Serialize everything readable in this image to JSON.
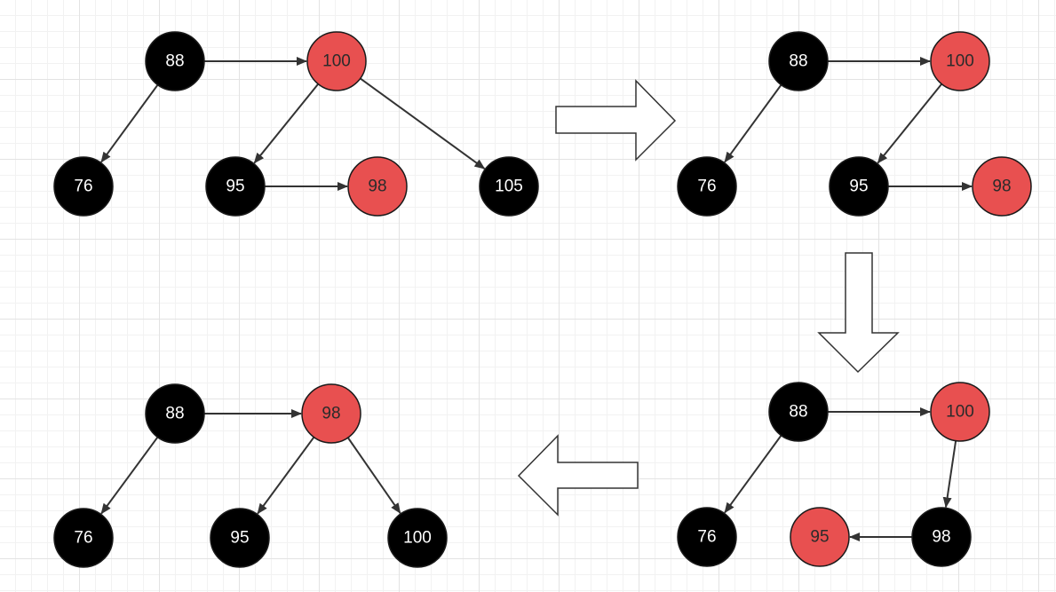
{
  "colors": {
    "black_node": "#000000",
    "red_node": "#e85050",
    "edge": "#333333",
    "black_text": "#ffffff",
    "red_text": "#2b2b2b",
    "big_arrow_stroke": "#333333",
    "big_arrow_fill": "#ffffff"
  },
  "diagrams": [
    {
      "id": "step1",
      "nodes": [
        {
          "id": "n88",
          "label": "88",
          "color": "black"
        },
        {
          "id": "n100",
          "label": "100",
          "color": "red"
        },
        {
          "id": "n76",
          "label": "76",
          "color": "black"
        },
        {
          "id": "n95",
          "label": "95",
          "color": "black"
        },
        {
          "id": "n98",
          "label": "98",
          "color": "red"
        },
        {
          "id": "n105",
          "label": "105",
          "color": "black"
        }
      ],
      "edges": [
        {
          "from": "n88",
          "to": "n100"
        },
        {
          "from": "n88",
          "to": "n76"
        },
        {
          "from": "n100",
          "to": "n95"
        },
        {
          "from": "n100",
          "to": "n105"
        },
        {
          "from": "n95",
          "to": "n98"
        }
      ]
    },
    {
      "id": "step2",
      "nodes": [
        {
          "id": "n88",
          "label": "88",
          "color": "black"
        },
        {
          "id": "n100",
          "label": "100",
          "color": "red"
        },
        {
          "id": "n76",
          "label": "76",
          "color": "black"
        },
        {
          "id": "n95",
          "label": "95",
          "color": "black"
        },
        {
          "id": "n98",
          "label": "98",
          "color": "red"
        }
      ],
      "edges": [
        {
          "from": "n88",
          "to": "n100"
        },
        {
          "from": "n88",
          "to": "n76"
        },
        {
          "from": "n100",
          "to": "n95"
        },
        {
          "from": "n95",
          "to": "n98"
        }
      ]
    },
    {
      "id": "step3",
      "nodes": [
        {
          "id": "n88",
          "label": "88",
          "color": "black"
        },
        {
          "id": "n100",
          "label": "100",
          "color": "red"
        },
        {
          "id": "n76",
          "label": "76",
          "color": "black"
        },
        {
          "id": "n98",
          "label": "98",
          "color": "black"
        },
        {
          "id": "n95",
          "label": "95",
          "color": "red"
        }
      ],
      "edges": [
        {
          "from": "n88",
          "to": "n100"
        },
        {
          "from": "n88",
          "to": "n76"
        },
        {
          "from": "n100",
          "to": "n98"
        },
        {
          "from": "n98",
          "to": "n95"
        }
      ]
    },
    {
      "id": "step4",
      "nodes": [
        {
          "id": "n88",
          "label": "88",
          "color": "black"
        },
        {
          "id": "n98",
          "label": "98",
          "color": "red"
        },
        {
          "id": "n76",
          "label": "76",
          "color": "black"
        },
        {
          "id": "n95",
          "label": "95",
          "color": "black"
        },
        {
          "id": "n100",
          "label": "100",
          "color": "black"
        }
      ],
      "edges": [
        {
          "from": "n88",
          "to": "n98"
        },
        {
          "from": "n88",
          "to": "n76"
        },
        {
          "from": "n98",
          "to": "n95"
        },
        {
          "from": "n98",
          "to": "n100"
        }
      ]
    }
  ],
  "transitions": [
    {
      "id": "step1-to-step2",
      "direction": "right"
    },
    {
      "id": "step2-to-step3",
      "direction": "down"
    },
    {
      "id": "step3-to-step4",
      "direction": "left"
    }
  ]
}
